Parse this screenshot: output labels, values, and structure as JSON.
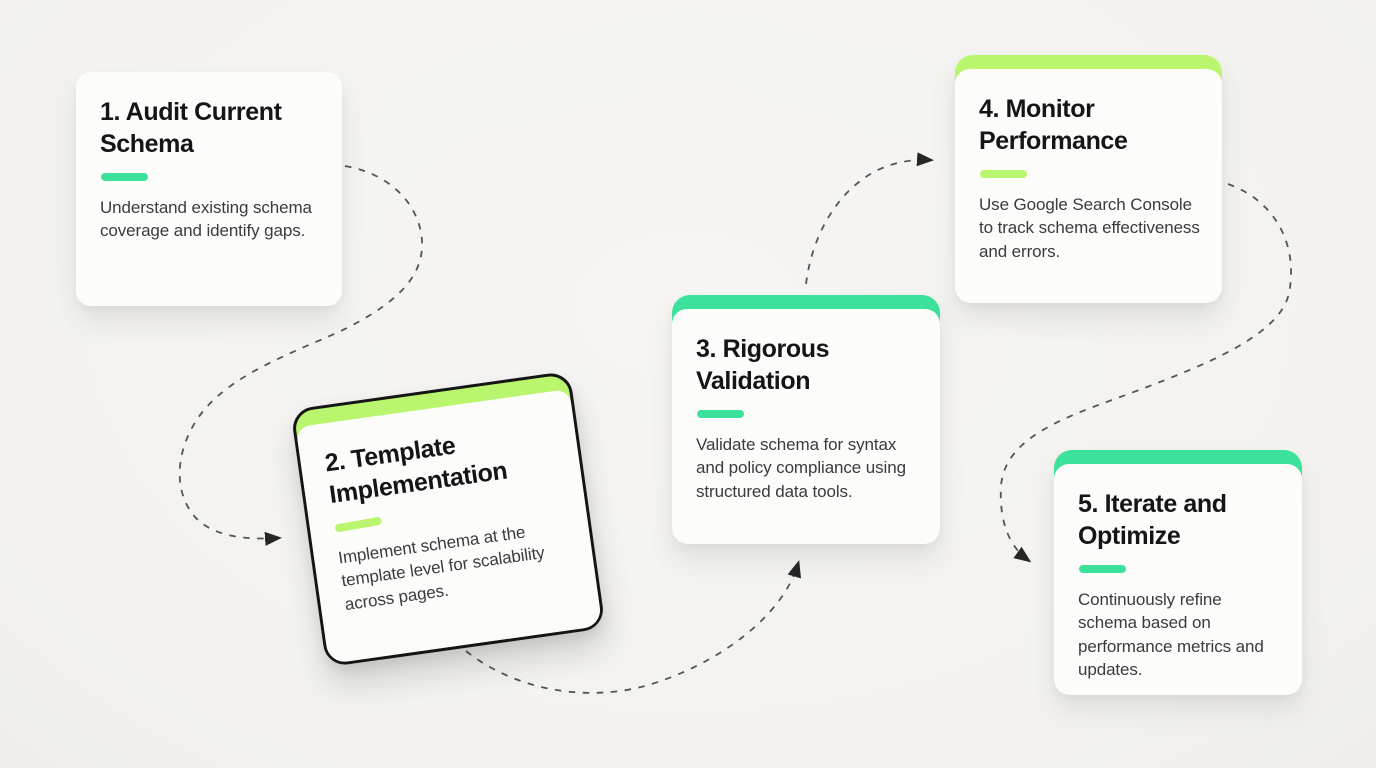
{
  "diagram": {
    "title_hint": "5-step schema implementation process flow",
    "steps": [
      {
        "id": 1,
        "title": "1. Audit Current Schema",
        "description": "Understand existing schema coverage and identify gaps.",
        "accent": "emerald",
        "top_bar": false,
        "outlined": false
      },
      {
        "id": 2,
        "title": "2. Template Implementation",
        "description": "Implement schema at the template level for scalability across pages.",
        "accent": "lime",
        "top_bar": true,
        "outlined": true,
        "rotation_deg": -8
      },
      {
        "id": 3,
        "title": "3. Rigorous Validation",
        "description": "Validate schema for syntax and policy compliance using structured data tools.",
        "accent": "emerald",
        "top_bar": true,
        "outlined": false
      },
      {
        "id": 4,
        "title": "4. Monitor Performance",
        "description": "Use Google Search Console to track schema effectiveness and errors.",
        "accent": "lime",
        "top_bar": true,
        "outlined": false
      },
      {
        "id": 5,
        "title": "5. Iterate and Optimize",
        "description": "Continuously refine schema based on performance metrics and updates.",
        "accent": "emerald",
        "top_bar": true,
        "outlined": false
      }
    ],
    "connectors": [
      {
        "from": 1,
        "to": 2,
        "style": "dashed-s-curve"
      },
      {
        "from": 2,
        "to": 3,
        "style": "dashed-arc"
      },
      {
        "from": 3,
        "to": 4,
        "style": "dashed-arc"
      },
      {
        "from": 4,
        "to": 5,
        "style": "dashed-s-curve"
      }
    ],
    "colors": {
      "emerald": "#3ce29b",
      "lime": "#b9f56d",
      "background": "#f5f4f1",
      "card_background": "#fcfcfb",
      "title_text": "#151515",
      "body_text": "#3b3b3b",
      "connector_line": "#555555",
      "arrowhead": "#262626",
      "card_outline": "#151515"
    }
  }
}
